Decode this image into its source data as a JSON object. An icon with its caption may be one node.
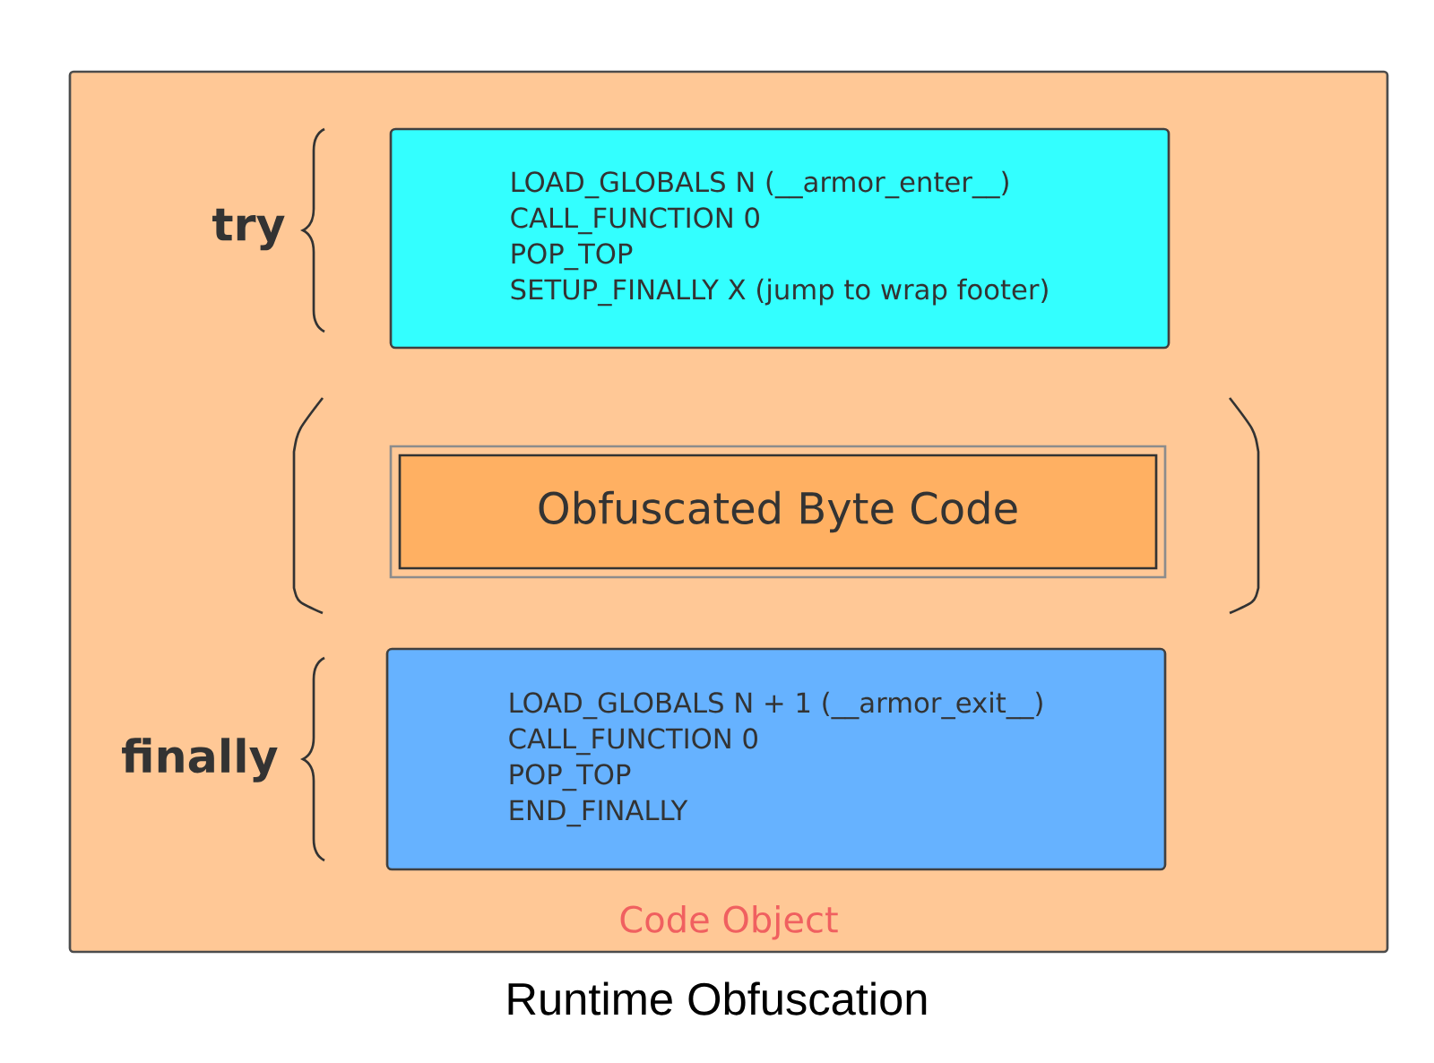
{
  "diagram": {
    "caption": "Runtime Obfuscation",
    "nodes": [
      {
        "text": [
          "Code Object"
        ]
      },
      {
        "text": [
          "LOAD_GLOBALS N (__armor_enter__)",
          "CALL_FUNCTION 0",
          "POP_TOP",
          "SETUP_FINALLY X (jump to wrap footer)"
        ],
        "in": 0
      },
      {
        "text": [
          "Obfuscated Byte Code"
        ],
        "in": 0
      },
      {
        "text": [
          "LOAD_GLOBALS N + 1 (__armor_exit__)",
          "CALL_FUNCTION 0",
          "POP_TOP",
          "END_FINALLY"
        ],
        "in": 0
      }
    ],
    "labels": [
      "try",
      "finally"
    ]
  }
}
